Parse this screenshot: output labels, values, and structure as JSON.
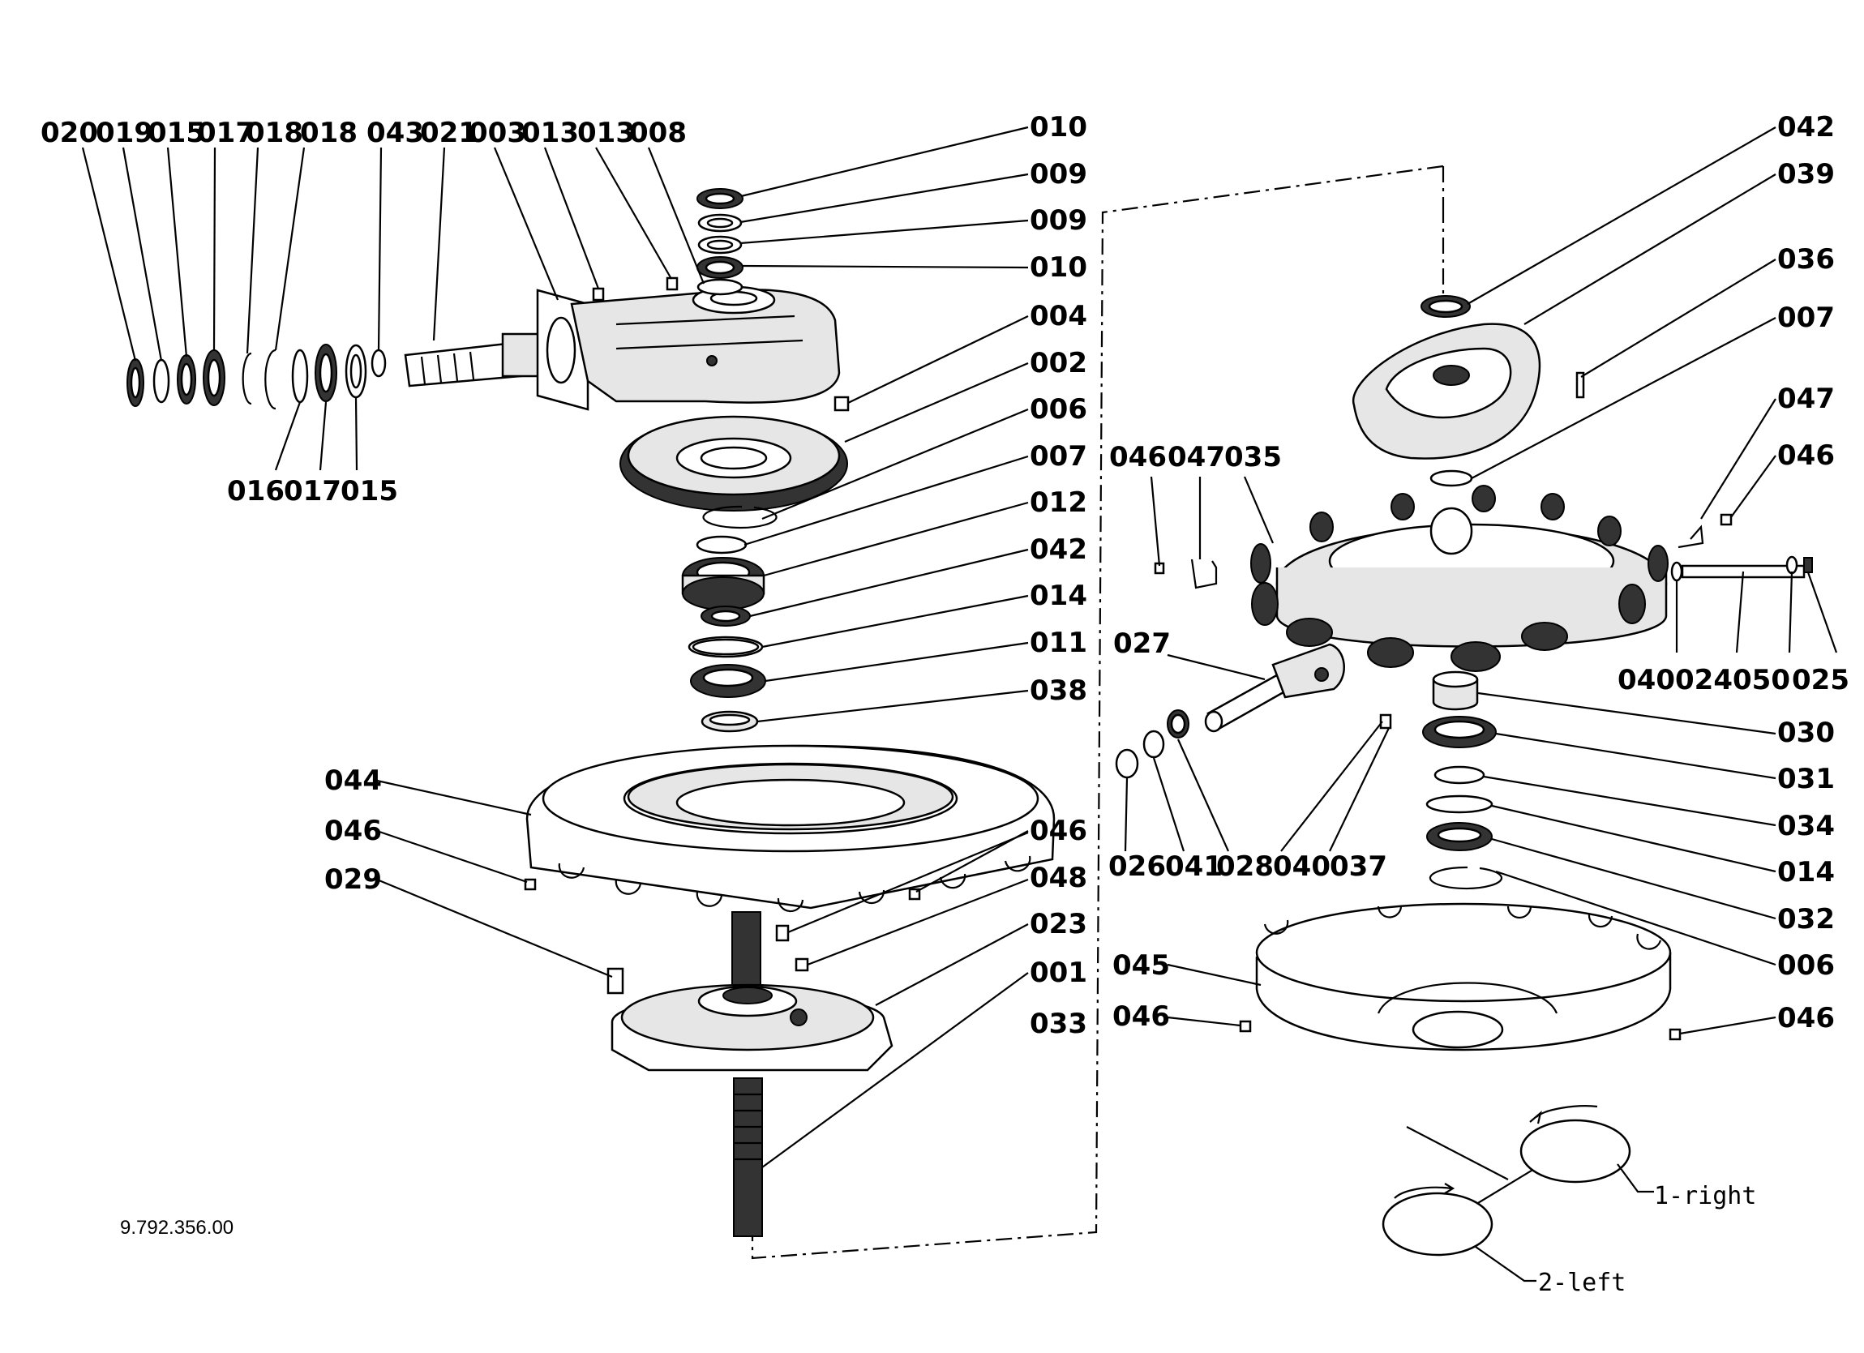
{
  "labels": {
    "l020a": "020",
    "l019": "019",
    "l015a": "015",
    "l017a": "017",
    "l018a": "018",
    "l018b": "018",
    "l043": "043",
    "l021": "021",
    "l003": "003",
    "l013a": "013",
    "l013b": "013",
    "l008": "008",
    "l016": "016",
    "l017b": "017",
    "l015b": "015",
    "l010a": "010",
    "l009a": "009",
    "l009b": "009",
    "l010b": "010",
    "l004": "004",
    "l002": "002",
    "l006a": "006",
    "l007a": "007",
    "l012": "012",
    "l042a": "042",
    "l014a": "014",
    "l011": "011",
    "l038": "038",
    "l044": "044",
    "l046a": "046",
    "l029": "029",
    "l046b": "046",
    "l048": "048",
    "l023": "023",
    "l001": "001",
    "l033": "033",
    "l042b": "042",
    "l039": "039",
    "l036": "036",
    "l007b": "007",
    "l047a": "047",
    "l046c": "046",
    "l046d": "046",
    "l047b": "047",
    "l035": "035",
    "l040a": "040",
    "l024": "024",
    "l050": "050",
    "l025": "025",
    "l027": "027",
    "l026": "026",
    "l041": "041",
    "l028": "028",
    "l040b": "040",
    "l037": "037",
    "l030": "030",
    "l031": "031",
    "l034": "034",
    "l014b": "014",
    "l032": "032",
    "l006b": "006",
    "l045": "045",
    "l046e": "046",
    "l046f": "046"
  },
  "drawing_number": "9.792.356.00",
  "rotation_legend": {
    "right": "1-right",
    "left": "2-left"
  }
}
